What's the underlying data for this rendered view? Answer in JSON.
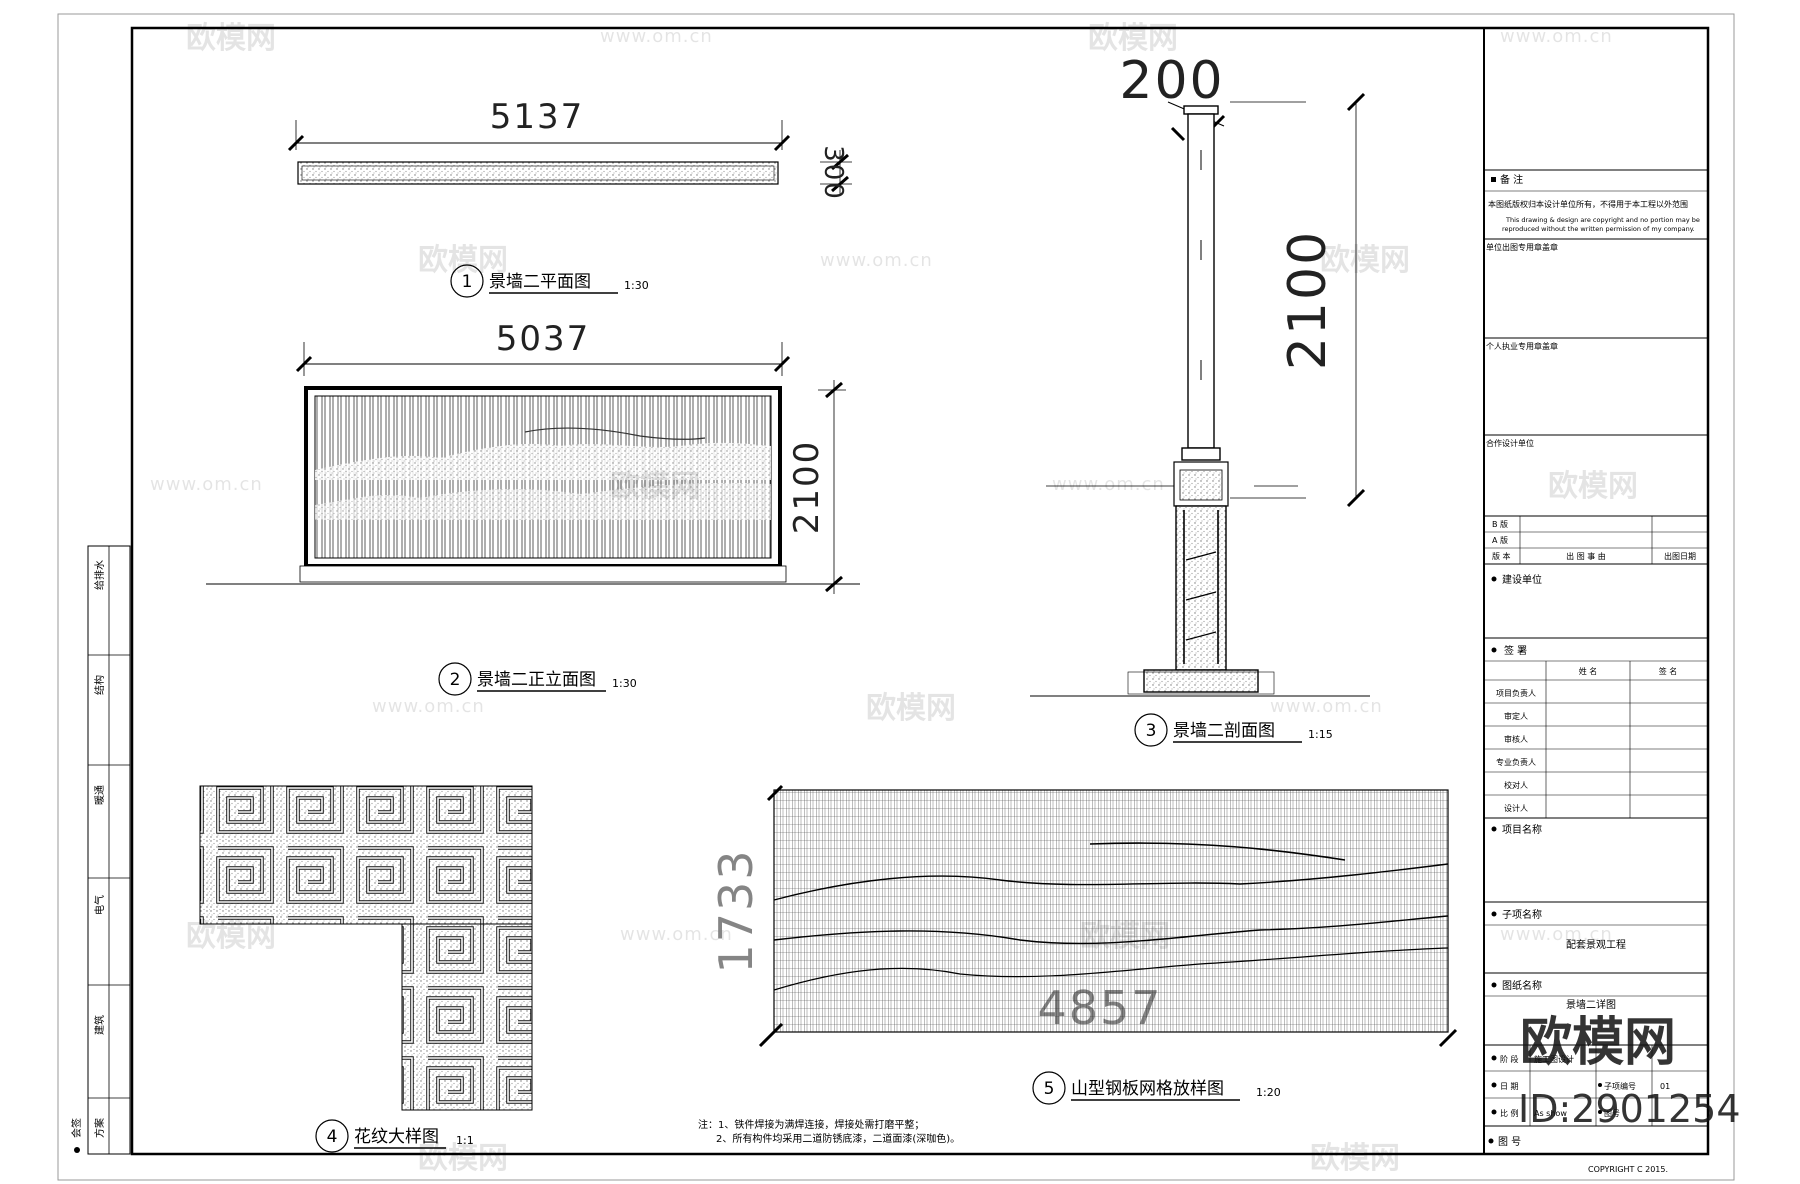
{
  "drawings": {
    "plan": {
      "num": "1",
      "title": "景墙二平面图",
      "scale": "1:30",
      "dim_length": "5137",
      "dim_depth": "300"
    },
    "elevation": {
      "num": "2",
      "title": "景墙二正立面图",
      "scale": "1:30",
      "dim_length": "5037",
      "dim_height": "2100"
    },
    "section": {
      "num": "3",
      "title": "景墙二剖面图",
      "scale": "1:15",
      "dim_width": "200",
      "dim_height": "2100"
    },
    "pattern": {
      "num": "4",
      "title": "花纹大样图",
      "scale": "1:1"
    },
    "mesh": {
      "num": "5",
      "title": "山型钢板网格放样图",
      "scale": "1:20",
      "dim_height": "1733",
      "dim_length": "4857"
    }
  },
  "notes": {
    "line1": "注：1、铁件焊接为满焊连接，焊接处需打磨平整；",
    "line2": "2、所有构件均采用二道防锈底漆，二道面漆(深咖色)。"
  },
  "left_strip": [
    "给排水",
    "结构",
    "暖通",
    "电气",
    "建筑",
    "方案"
  ],
  "left_strip_extra": "会签",
  "title_block": {
    "remarks_head": "备 注",
    "remarks_cn": "本图纸版权归本设计单位所有，不得用于本工程以外范围",
    "remarks_en1": "This drawing & design are copyright and no portion may be",
    "remarks_en2": "reproduced without the written permission of my company.",
    "unit_stamp": "单位出图专用章盖章",
    "personal_stamp": "个人执业专用章盖章",
    "partner": "合作设计单位",
    "rev_b": "B 版",
    "rev_a": "A 版",
    "rev_ver": "版 本",
    "rev_reason": "出 图 事 由",
    "rev_date": "出图日期",
    "client": "建设单位",
    "sign_head": "签 署",
    "col_name": "姓 名",
    "col_sign": "签 名",
    "roles": [
      "项目负责人",
      "审定人",
      "审核人",
      "专业负责人",
      "校对人",
      "设计人"
    ],
    "project_name": "项目名称",
    "sub_name": "子项名称",
    "sub_value": "配套景观工程",
    "drawing_name": "图纸名称",
    "drawing_value": "景墙二详图",
    "stage": "阶 段",
    "stage_value": "施工图设计",
    "date_label": "日 期",
    "sub_no_label": "子项编号",
    "sub_no_value": "01",
    "scale_label": "比 例",
    "scale_value": "As show",
    "sheet_no_label": "图 号",
    "drawing_code_label": "图号",
    "copyright": "COPYRIGHT C 2015."
  },
  "watermark": {
    "brand": "欧模网",
    "url": "www.om.cn",
    "id": "ID:2901254"
  }
}
